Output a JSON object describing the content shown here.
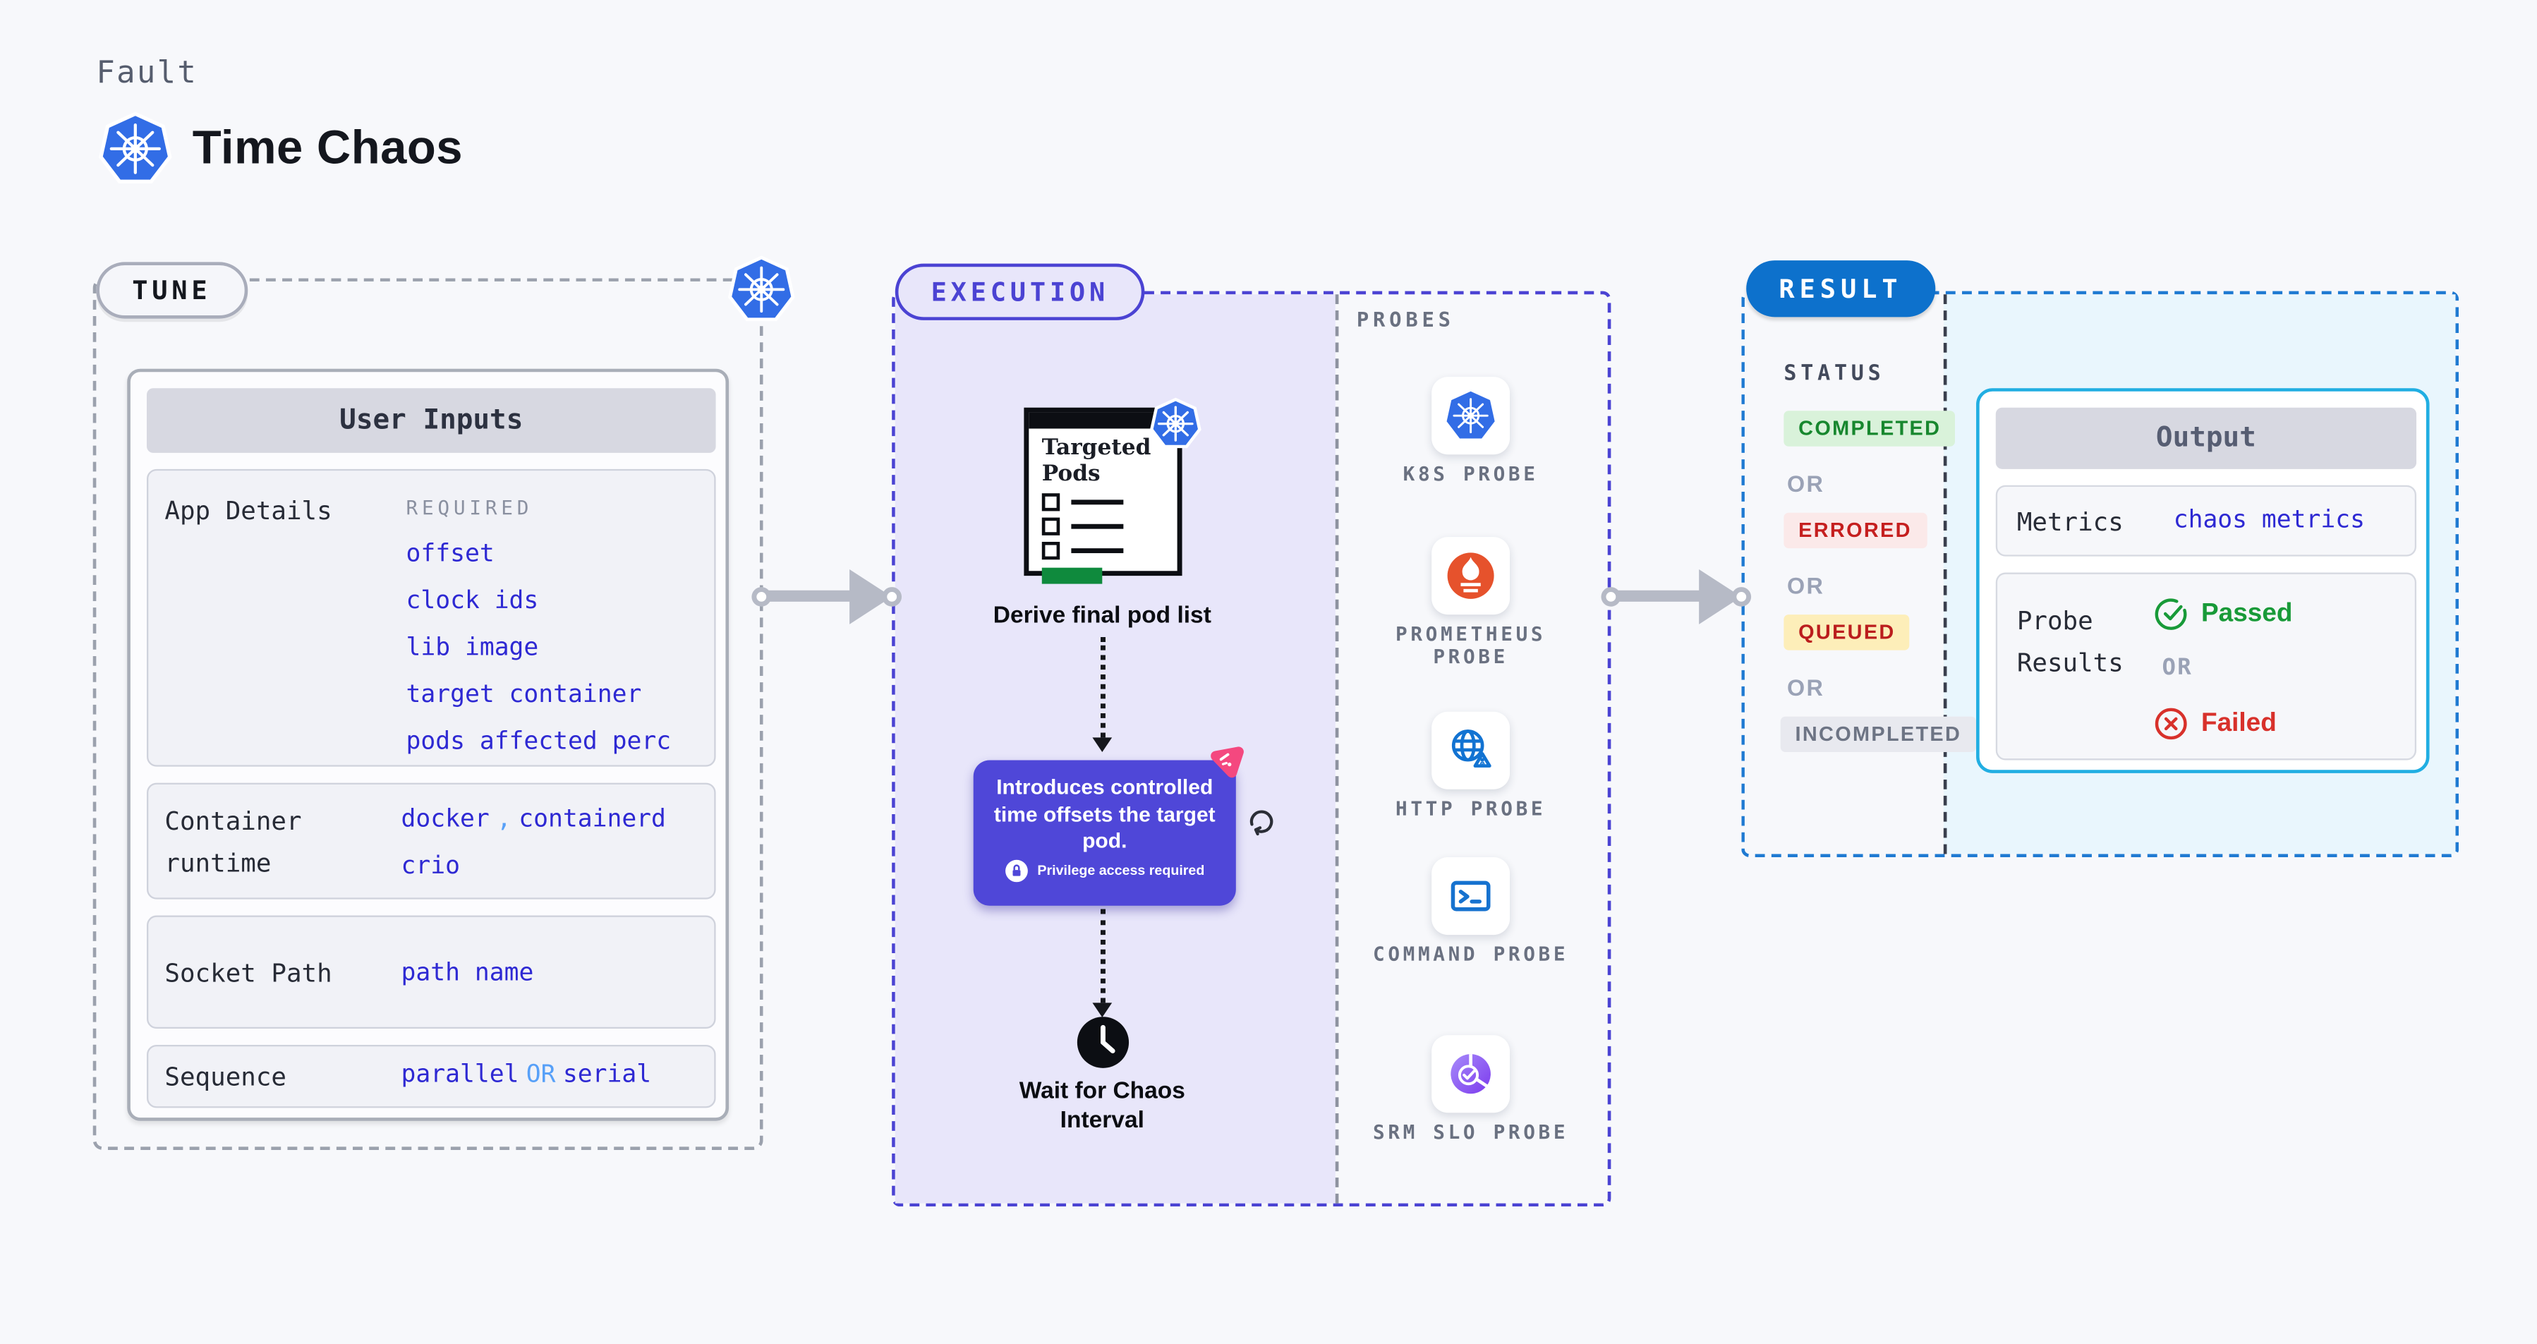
{
  "colors": {
    "page_bg": "#f7f8fb",
    "ink": "#14171e",
    "gray_text": "#565d6e",
    "muted": "#8a90a0",
    "mono_dark": "#272b36",
    "link_blue": "#2e29d3",
    "accent_light_blue": "#57a0f8",
    "tune_dash": "#9ba1ad",
    "card_border": "#a9aeb8",
    "row_bg": "#f1f2f7",
    "row_border": "#cfd2dc",
    "header_bar_bg": "#d7d8e1",
    "indigo": "#4b43d3",
    "lavender": "#e8e6fa",
    "purple_card": "#4f47d8",
    "pink": "#f4487f",
    "probe_label": "#6a7181",
    "k8s_blue": "#326de6",
    "prometheus_orange": "#e6522c",
    "http_blue": "#1273d2",
    "srm_purple": "#7c3aed",
    "result_blue": "#0d71cc",
    "result_dash": "#1f7ad2",
    "divider_dark": "#3a3f4d",
    "cyan_border": "#21aee2",
    "cyan_bg": "#e9f6fd",
    "green": "#189a38",
    "green_badge_bg": "#d9f2da",
    "green_badge_text": "#17872e",
    "red": "#d8312b",
    "red_badge_bg": "#fbe9e9",
    "red_badge_text": "#c51f1f",
    "yellow_badge_bg": "#fdeeb9",
    "queued_text": "#bb1d1d",
    "neutral_badge_bg": "#e8e9ef",
    "neutral_badge_text": "#6d7484",
    "or_gray": "#9aa2b6",
    "pods_green": "#0f8a3d"
  },
  "header": {
    "eyebrow": "Fault",
    "title": "Time Chaos"
  },
  "tune": {
    "label": "TUNE",
    "card_title": "User Inputs",
    "app_details": {
      "label": "App Details",
      "tag": "REQUIRED",
      "links": [
        "offset",
        "clock ids",
        "lib image",
        "target container",
        "pods affected perc"
      ]
    },
    "runtime": {
      "label_line1": "Container",
      "label_line2": "runtime",
      "value_a": "docker",
      "separator": ",",
      "value_b": "containerd",
      "value_c": "crio"
    },
    "socket": {
      "label": "Socket Path",
      "value": "path name"
    },
    "sequence": {
      "label": "Sequence",
      "value_a": "parallel",
      "value_or": "OR",
      "value_b": "serial"
    }
  },
  "execution": {
    "label": "EXECUTION",
    "pods_card": {
      "title_line1": "Targeted",
      "title_line2": "Pods"
    },
    "step_derive": "Derive final pod list",
    "note": {
      "text": "Introduces controlled time offsets the target pod.",
      "badge": "Privilege access required"
    },
    "step_wait_line1": "Wait for Chaos",
    "step_wait_line2": "Interval"
  },
  "probes": {
    "label": "PROBES",
    "items": [
      "K8S PROBE",
      "PROMETHEUS PROBE",
      "HTTP PROBE",
      "COMMAND PROBE",
      "SRM SLO PROBE"
    ]
  },
  "result": {
    "label": "RESULT",
    "status_label": "STATUS",
    "statuses": {
      "completed": "COMPLETED",
      "or1": "OR",
      "errored": "ERRORED",
      "or2": "OR",
      "queued": "QUEUED",
      "or3": "OR",
      "incompleted": "INCOMPLETED"
    },
    "output": {
      "title": "Output",
      "metrics_label": "Metrics",
      "metrics_value": "chaos metrics",
      "probe_results_label_line1": "Probe",
      "probe_results_label_line2": "Results",
      "passed": "Passed",
      "or": "OR",
      "failed": "Failed"
    }
  }
}
